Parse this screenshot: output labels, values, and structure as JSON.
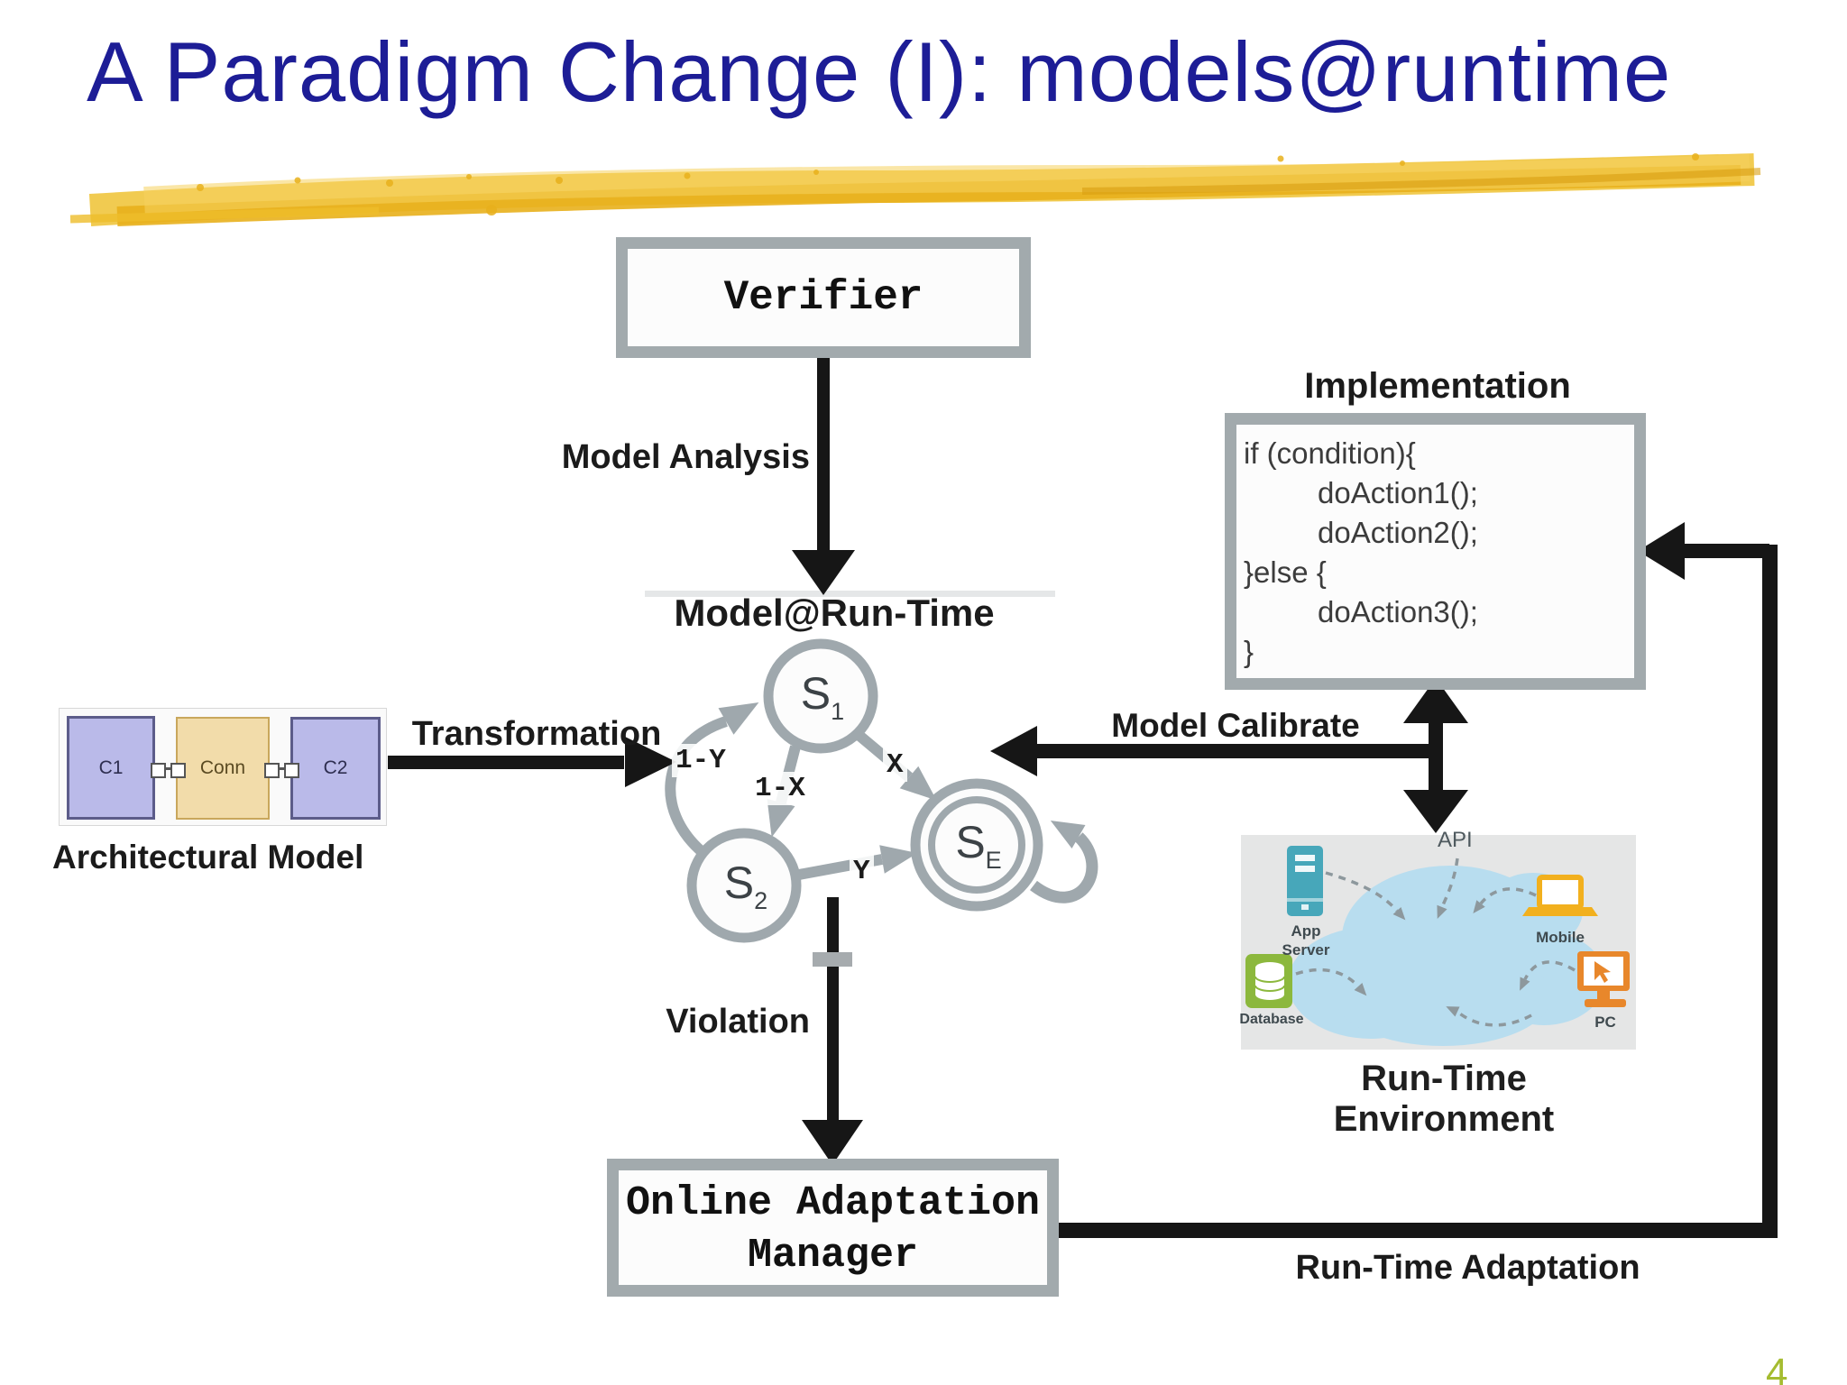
{
  "slide": {
    "title": "A Paradigm Change (I): models@runtime",
    "page_number": "4"
  },
  "colors": {
    "title_navy": "#1d1d96",
    "highlight_yellow": "#eebb28",
    "box_border_gray": "#a2aaad",
    "state_gray": "#9fa8ad",
    "arrow_black": "#161616",
    "page_number_green": "#a5bc30",
    "cloud_blue": "#b8ddef",
    "app_server_teal": "#47a7ba",
    "database_green": "#8cb83d",
    "mobile_yellow": "#f2b01e",
    "pc_orange": "#e8872b",
    "component_lavender": "#babae9",
    "connector_tan": "#f2dcaa"
  },
  "verifier": {
    "label": "Verifier"
  },
  "labels": {
    "model_analysis": "Model Analysis",
    "model_at_runtime": "Model@Run-Time",
    "transformation": "Transformation",
    "architectural_model": "Architectural Model",
    "model_calibrate": "Model Calibrate",
    "violation": "Violation",
    "implementation": "Implementation",
    "runtime_environment": "Run-Time Environment",
    "runtime_adaptation": "Run-Time Adaptation",
    "api": "API"
  },
  "state_machine": {
    "states": [
      {
        "label": "S",
        "sub": "1"
      },
      {
        "label": "S",
        "sub": "2"
      },
      {
        "label": "S",
        "sub": "E"
      }
    ],
    "transitions": [
      "1-Y",
      "1-X",
      "X",
      "Y"
    ]
  },
  "architectural_model": {
    "components": [
      "C1",
      "Conn",
      "C2"
    ]
  },
  "implementation_code": [
    "if (condition){",
    "doAction1();",
    "doAction2();",
    "}else {",
    "doAction3();",
    "}"
  ],
  "runtime_environment": {
    "nodes": [
      "App Server",
      "Database",
      "Mobile",
      "PC"
    ]
  },
  "online_adaptation_manager": {
    "line1": "Online Adaptation",
    "line2": "Manager"
  }
}
